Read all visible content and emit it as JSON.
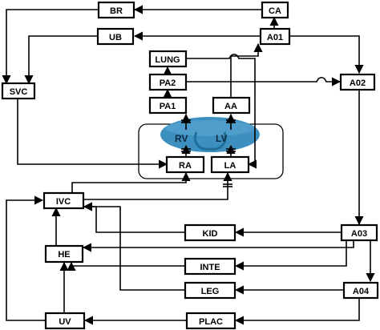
{
  "nodes": {
    "BR": "BR",
    "CA": "CA",
    "UB": "UB",
    "A01": "A01",
    "LUNG": "LUNG",
    "PA2": "PA2",
    "SVC": "SVC",
    "A02": "A02",
    "PA1": "PA1",
    "AA": "AA",
    "RV": "RV",
    "LV": "LV",
    "RA": "RA",
    "LA": "LA",
    "IVC": "IVC",
    "KID": "KID",
    "A03": "A03",
    "HE": "HE",
    "INTE": "INTE",
    "LEG": "LEG",
    "A04": "A04",
    "UV": "UV",
    "PLAC": "PLAC"
  },
  "colors": {
    "heart_fill": "#3d8fbf",
    "heart_dark": "#1f6d99",
    "line": "#000000"
  }
}
